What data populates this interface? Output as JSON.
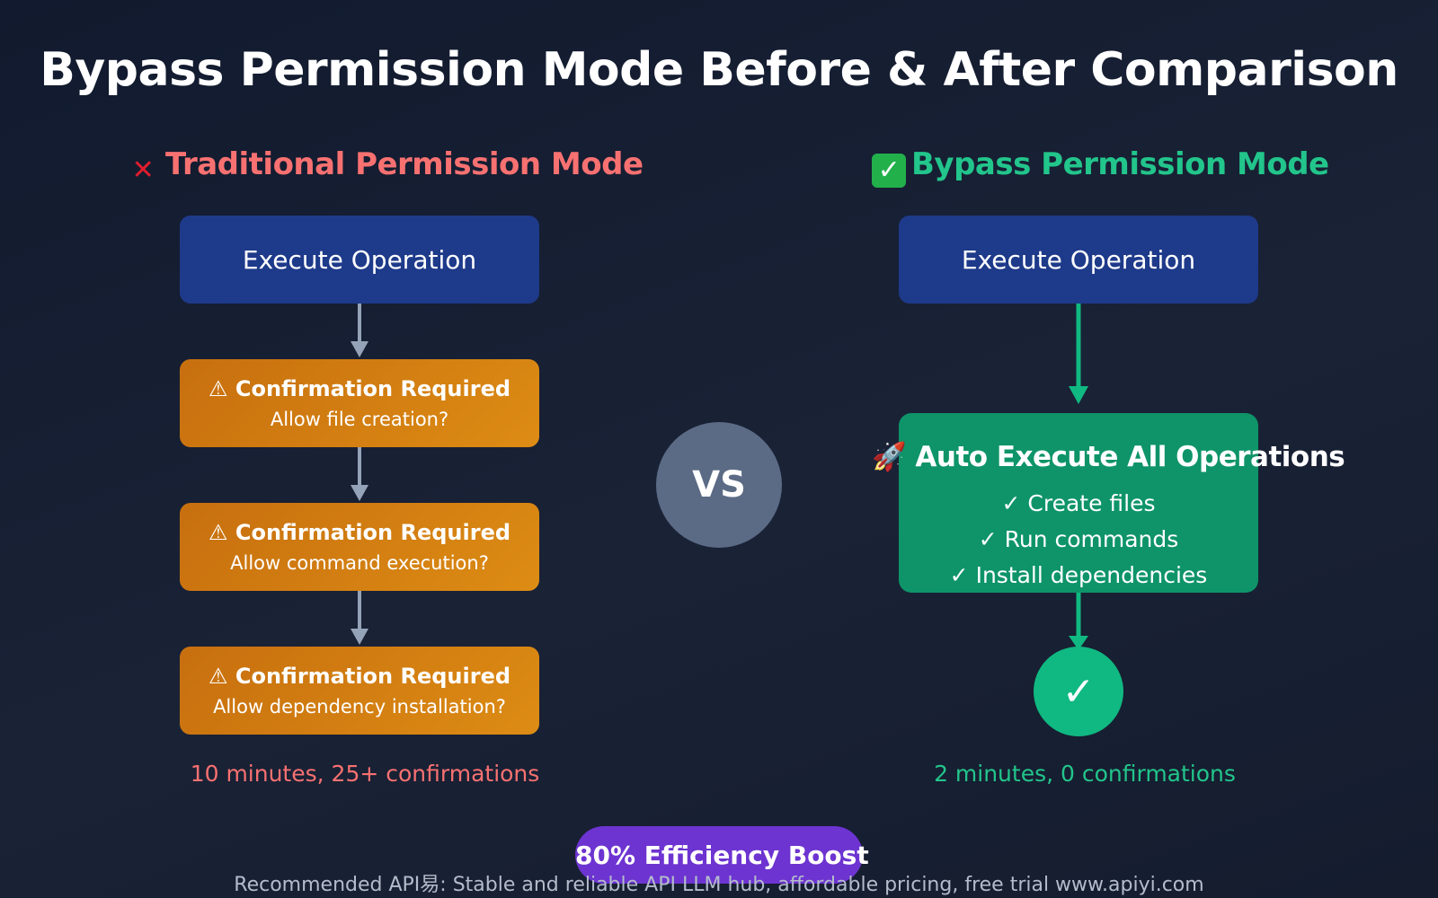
{
  "title": "Bypass Permission Mode Before & After Comparison",
  "left": {
    "icon": "cross-mark-icon",
    "heading": "Traditional Permission Mode",
    "execute_label": "Execute Operation",
    "confirmations": [
      {
        "head": "⚠ Confirmation Required",
        "sub": "Allow file creation?"
      },
      {
        "head": "⚠ Confirmation Required",
        "sub": "Allow command execution?"
      },
      {
        "head": "⚠ Confirmation Required",
        "sub": "Allow dependency installation?"
      }
    ],
    "summary": "10 minutes, 25+ confirmations"
  },
  "vs_label": "VS",
  "right": {
    "icon": "check-box-icon",
    "heading": "Bypass Permission Mode",
    "execute_label": "Execute Operation",
    "auto_title": "🚀 Auto Execute All Operations",
    "auto_items": [
      "✓ Create files",
      "✓ Run commands",
      "✓ Install dependencies"
    ],
    "done_symbol": "✓",
    "summary": "2 minutes, 0 confirmations"
  },
  "badge": "80% Efficiency Boost",
  "footer": "Recommended API易: Stable and reliable API LLM hub, affordable pricing, free trial www.apiyi.com",
  "colors": {
    "background": "#141c2e",
    "blue_box": "#1e3a8a",
    "orange_box": "#d97f12",
    "green_box": "#0e9468",
    "red_text": "#f87171",
    "green_text": "#22c58b",
    "vs_circle": "#5b6b85",
    "badge": "#6d34d1",
    "arrow_gray": "#94a3b8",
    "arrow_green": "#10b981"
  }
}
